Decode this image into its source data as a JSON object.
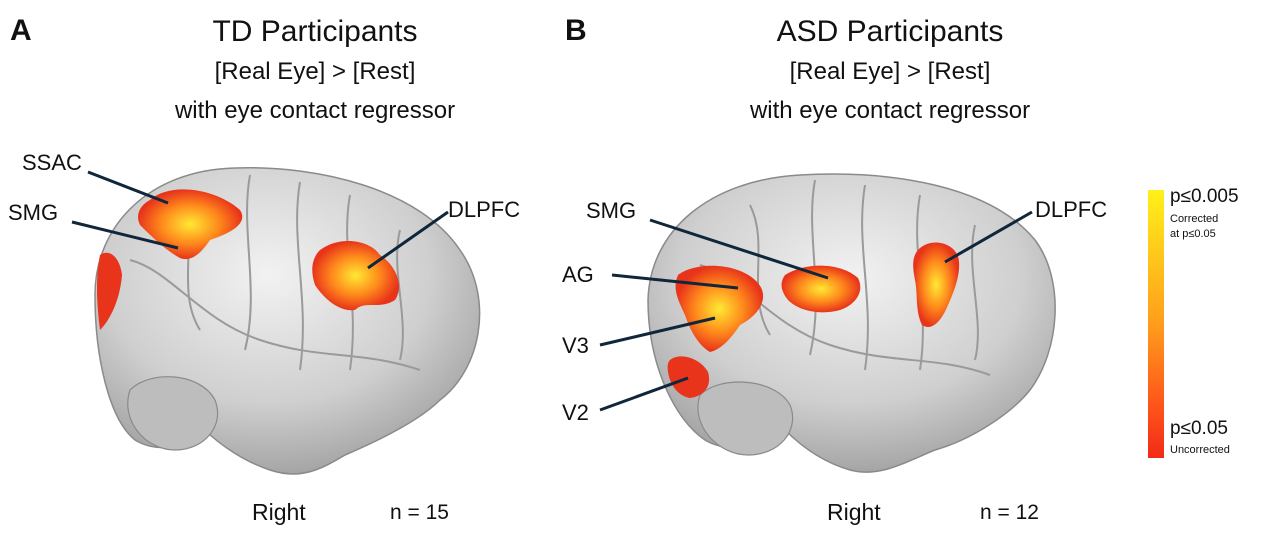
{
  "panel_a": {
    "letter": "A",
    "title": "TD Participants",
    "contrast": "[Real Eye] > [Rest]",
    "regressor": "with eye contact regressor",
    "labels": {
      "ssac": "SSAC",
      "smg": "SMG",
      "dlpfc": "DLPFC"
    },
    "hemisphere": "Right",
    "n": "n = 15"
  },
  "panel_b": {
    "letter": "B",
    "title": "ASD Participants",
    "contrast": "[Real Eye] > [Rest]",
    "regressor": "with eye contact regressor",
    "labels": {
      "smg": "SMG",
      "ag": "AG",
      "v3": "V3",
      "v2": "V2",
      "dlpfc": "DLPFC"
    },
    "hemisphere": "Right",
    "n": "n = 12"
  },
  "legend": {
    "top_value": "p≤0.005",
    "top_note_1": "Corrected",
    "top_note_2": "at p≤0.05",
    "bottom_value": "p≤0.05",
    "bottom_note": "Uncorrected",
    "colors": {
      "high": "#fff11a",
      "mid": "#ff9d1c",
      "low": "#f32a18"
    }
  }
}
